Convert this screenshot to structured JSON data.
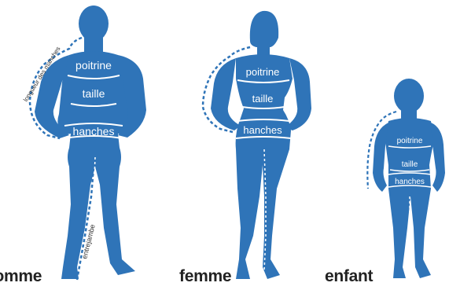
{
  "colors": {
    "body": "#2f74b8",
    "band": "#ffffff",
    "dash": "#2f74b8",
    "label": "#222222"
  },
  "figures": {
    "homme": {
      "label": "homme",
      "measures": {
        "poitrine": "poitrine",
        "taille": "taille",
        "hanches": "hanches",
        "sleeve": "longueur des manches",
        "inseam": "entrejambe"
      }
    },
    "femme": {
      "label": "femme",
      "measures": {
        "poitrine": "poitrine",
        "taille": "taille",
        "hanches": "hanches"
      }
    },
    "enfant": {
      "label": "enfant",
      "measures": {
        "poitrine": "poitrine",
        "taille": "taille",
        "hanches": "hanches"
      }
    }
  }
}
